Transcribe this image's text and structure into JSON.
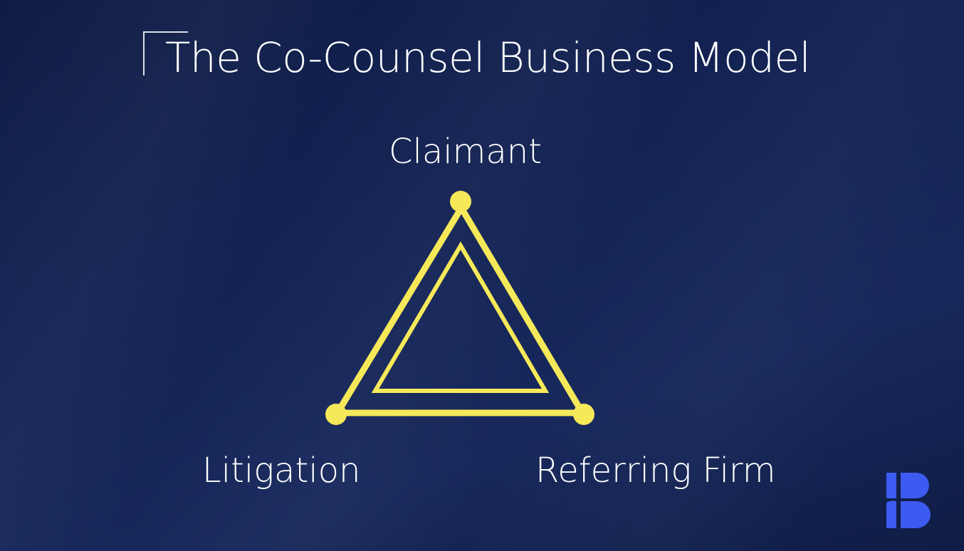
{
  "slide": {
    "title": "The Co-Counsel Business Model"
  },
  "diagram": {
    "nodes": [
      {
        "id": "top",
        "label": "Claimant"
      },
      {
        "id": "left",
        "label": "Litigation"
      },
      {
        "id": "right",
        "label": "Referring Firm"
      }
    ],
    "accent_color": "#f5e95a"
  },
  "logo": {
    "icon": "brand-logo-icon",
    "color": "#3d5bf0"
  },
  "colors": {
    "background": "#132355",
    "text": "#ffffff"
  }
}
